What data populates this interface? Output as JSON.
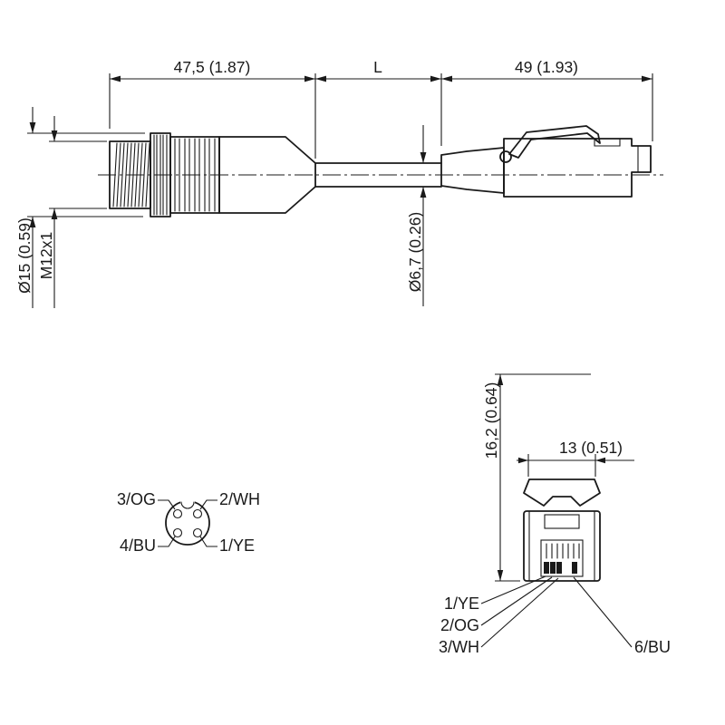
{
  "colors": {
    "line": "#1a1a1a",
    "background": "#ffffff"
  },
  "side_view": {
    "dim_connector_m12_length": "47,5 (1.87)",
    "dim_cable_length": "L",
    "dim_connector_rj45_length": "49 (1.93)",
    "dim_nut_diameter": "Ø15 (0.59)",
    "dim_thread": "M12x1",
    "dim_cable_diameter": "Ø6,7 (0.26)"
  },
  "m12_pinout": {
    "pin_3": "3/OG",
    "pin_2": "2/WH",
    "pin_4": "4/BU",
    "pin_1": "1/YE"
  },
  "rj45_front_view": {
    "dim_height": "16,2 (0.64)",
    "dim_width": "13 (0.51)",
    "wire_1": "1/YE",
    "wire_2": "2/OG",
    "wire_3": "3/WH",
    "wire_6": "6/BU"
  }
}
